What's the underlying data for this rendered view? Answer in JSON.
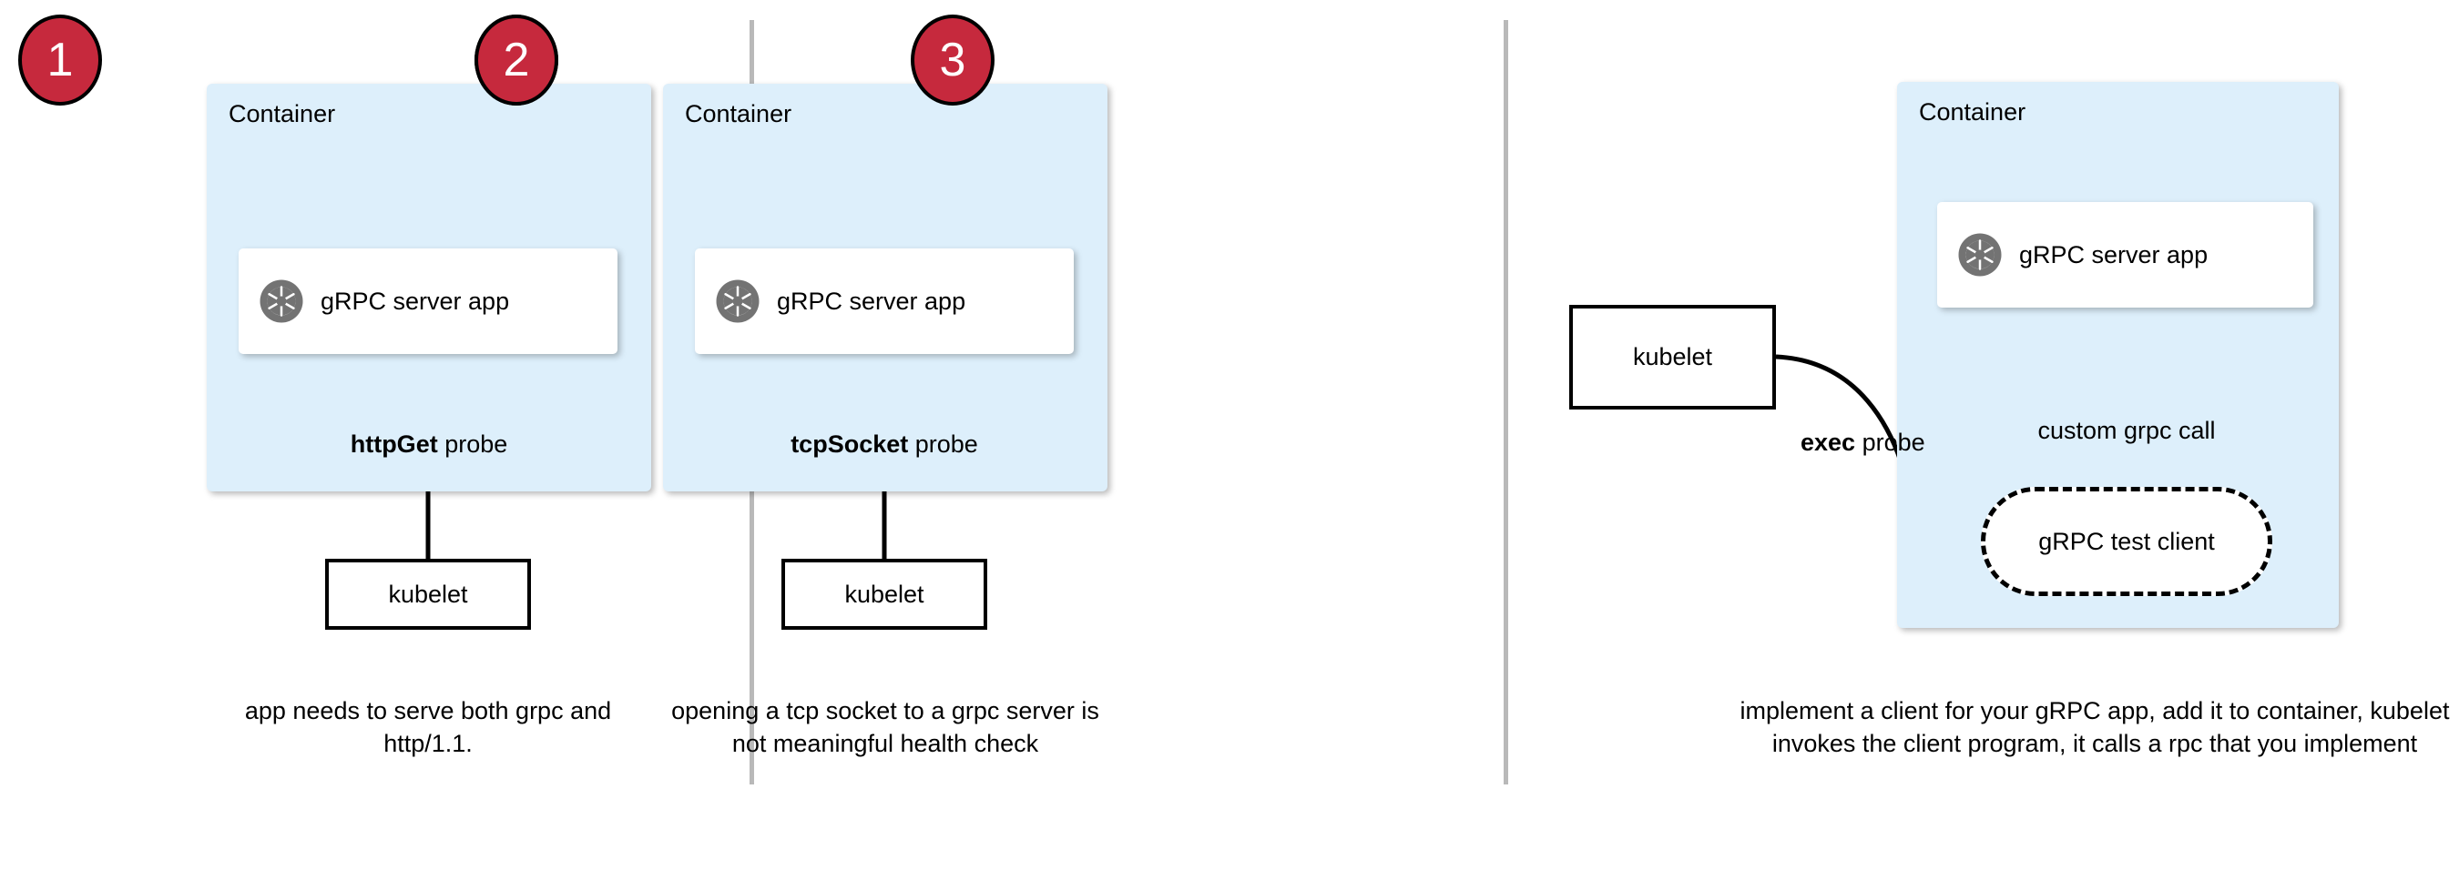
{
  "diagram": {
    "title_shapes": {
      "container_label": "Container",
      "app_label": "gRPC server app",
      "kubelet_label": "kubelet",
      "test_client_label": "gRPC test client"
    },
    "colors": {
      "badge_fill": "#c6293d",
      "badge_text": "#ffffff",
      "container_fill": "#ddeffb",
      "app_fill": "#ffffff",
      "icon_gray": "#737373",
      "divider": "#b9b9b9",
      "stroke": "#000000"
    },
    "panels": [
      {
        "number": "1",
        "container_label": "Container",
        "app_label": "gRPC server app",
        "probe_label_bold": "httpGet",
        "probe_label_rest": " probe",
        "kubelet_label": "kubelet",
        "caption": "app needs to serve both grpc and http/1.1."
      },
      {
        "number": "2",
        "container_label": "Container",
        "app_label": "gRPC server app",
        "probe_label_bold": "tcpSocket",
        "probe_label_rest": " probe",
        "kubelet_label": "kubelet",
        "caption": "opening a tcp socket to a grpc server is not meaningful health check"
      },
      {
        "number": "3",
        "container_label": "Container",
        "app_label": "gRPC server app",
        "probe_label_bold": "exec",
        "probe_label_rest": " probe",
        "kubelet_label": "kubelet",
        "test_client_label": "gRPC test client",
        "call_label": "custom grpc call",
        "caption": "implement a client for your gRPC app, add it to container, kubelet invokes the client program, it calls a rpc that you implement"
      }
    ],
    "icons": {
      "grpc": "grpc-aperture-icon"
    }
  }
}
